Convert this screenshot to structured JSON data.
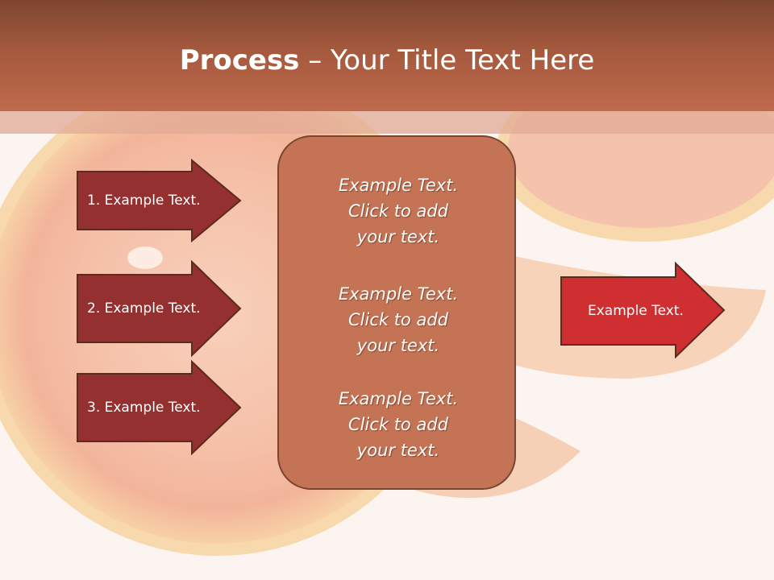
{
  "slide": {
    "title_bold": "Process",
    "title_rest": " – Your Title Text Here",
    "left_arrows": [
      {
        "label": "1. Example Text."
      },
      {
        "label": "2. Example Text."
      },
      {
        "label": "3. Example Text."
      }
    ],
    "center_blocks": [
      {
        "line1": "Example Text.",
        "line2": "Click  to add",
        "line3": "your text."
      },
      {
        "line1": "Example Text.",
        "line2": "Click  to add",
        "line3": "your text."
      },
      {
        "line1": "Example Text.",
        "line2": "Click  to add",
        "line3": "your text."
      }
    ],
    "right_arrow": {
      "label": "Example Text."
    }
  },
  "colors": {
    "header": "#a4593d",
    "left_arrow_fill": "#94302f",
    "center_box_fill": "#c47455",
    "right_arrow_fill": "#cf2f30",
    "outline": "#5e2a1f"
  },
  "background_image": "orange-slices"
}
